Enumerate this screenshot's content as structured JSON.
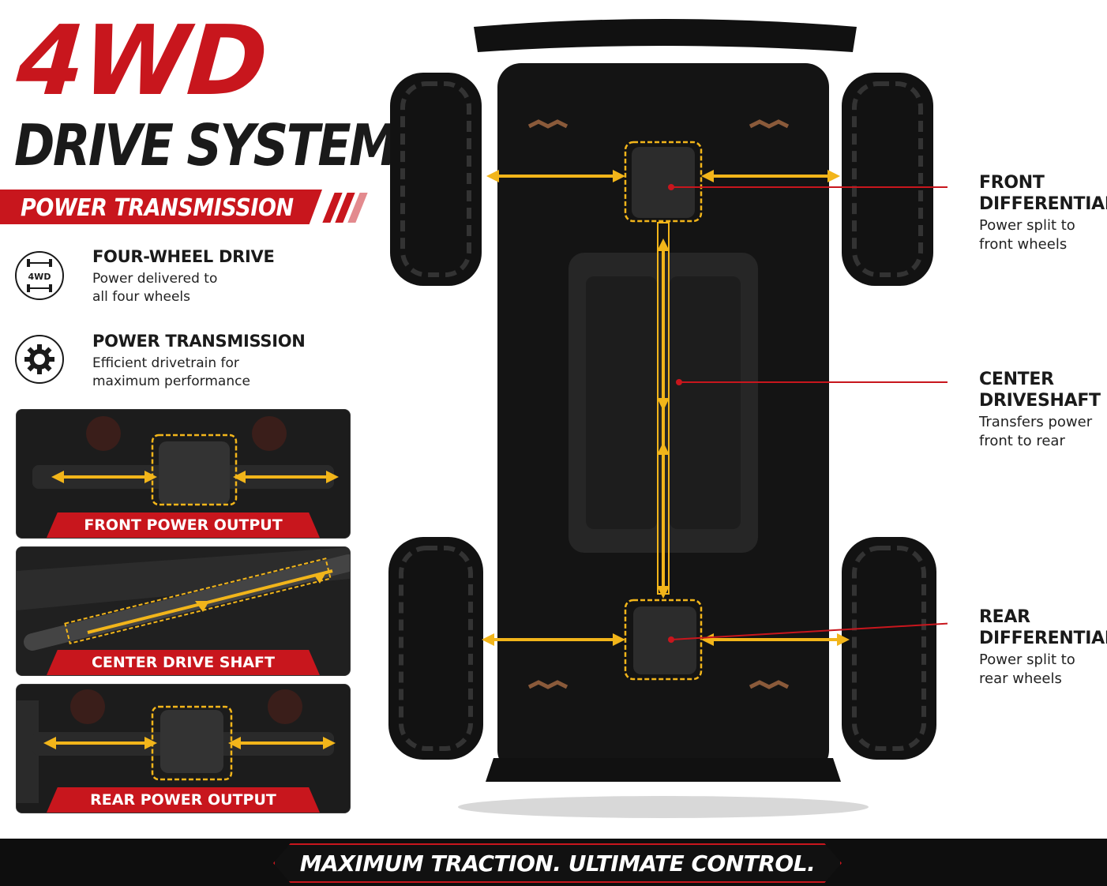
{
  "header": {
    "title_main": "4WD",
    "title_sub": "DRIVE SYSTEM",
    "banner": "POWER TRANSMISSION"
  },
  "features": [
    {
      "icon": "4wd-axle-icon",
      "icon_text": "4WD",
      "title": "FOUR-WHEEL DRIVE",
      "desc_line1": "Power delivered to",
      "desc_line2": "all four wheels"
    },
    {
      "icon": "gear-icon",
      "title": "POWER TRANSMISSION",
      "desc_line1": "Efficient drivetrain for",
      "desc_line2": "maximum performance"
    }
  ],
  "panels": [
    {
      "label": "FRONT POWER OUTPUT"
    },
    {
      "label": "CENTER DRIVE SHAFT"
    },
    {
      "label": "REAR POWER OUTPUT"
    }
  ],
  "callouts": [
    {
      "title_line1": "FRONT",
      "title_line2": "DIFFERENTIAL",
      "desc_line1": "Power split to",
      "desc_line2": "front wheels"
    },
    {
      "title_line1": "CENTER",
      "title_line2": "DRIVESHAFT",
      "desc_line1": "Transfers power",
      "desc_line2": "front to rear"
    },
    {
      "title_line1": "REAR",
      "title_line2": "DIFFERENTIAL",
      "desc_line1": "Power split to",
      "desc_line2": "rear wheels"
    }
  ],
  "footer": {
    "tagline": "MAXIMUM TRACTION. ULTIMATE CONTROL."
  },
  "colors": {
    "accent_red": "#c8161d",
    "highlight_gold": "#f2b51a",
    "dark": "#1a1a1a"
  }
}
